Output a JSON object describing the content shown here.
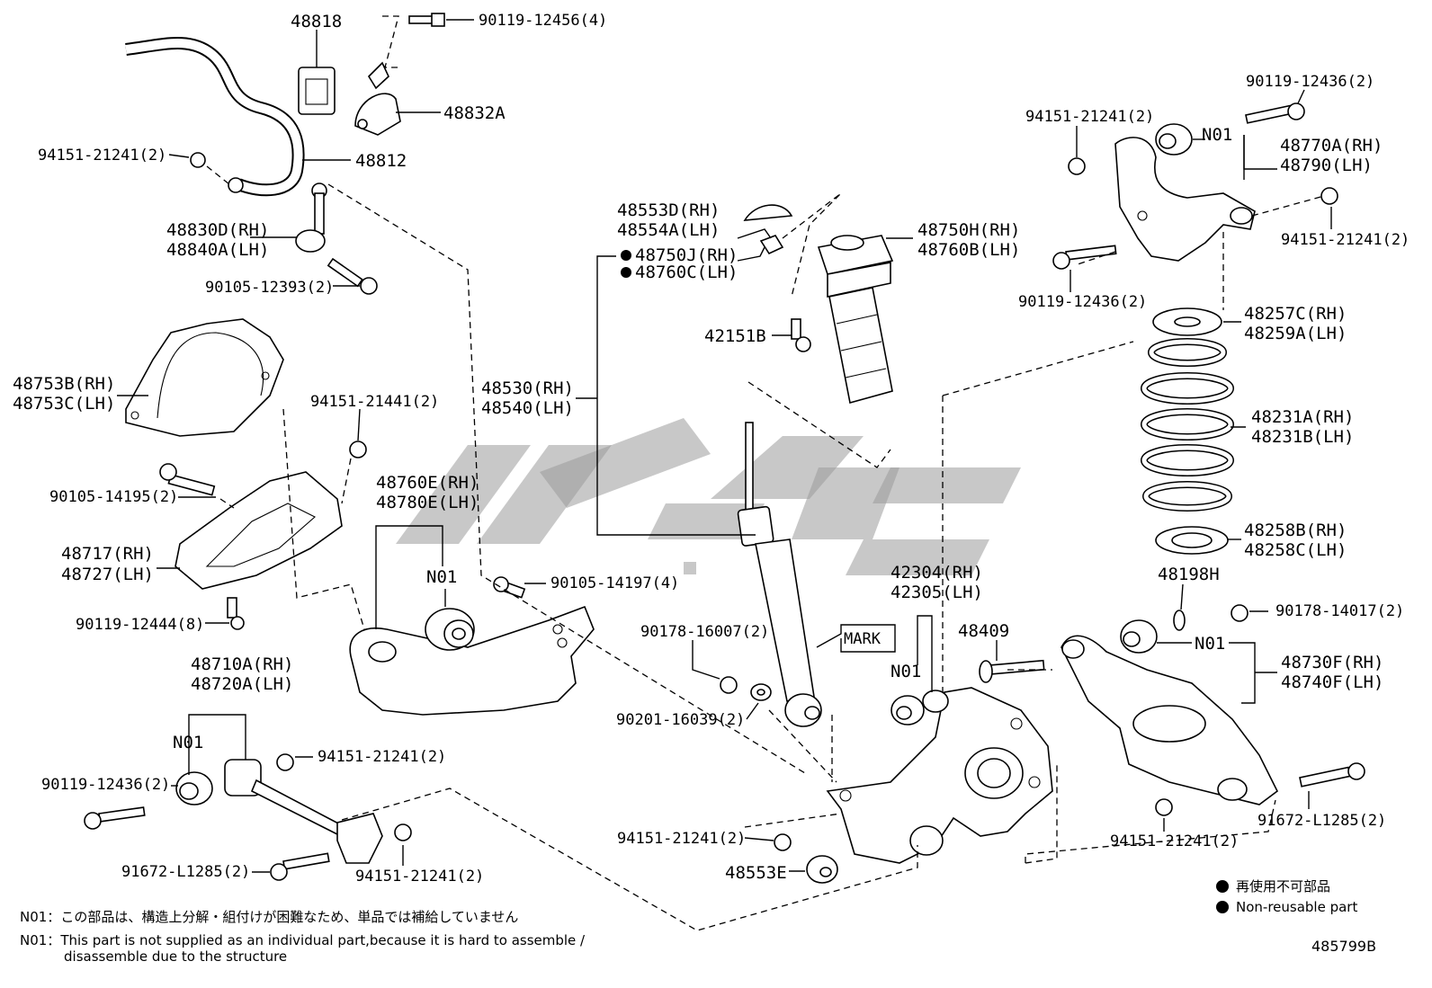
{
  "labels": {
    "p48818": "48818",
    "p90119_12456": "90119-12456(4)",
    "p48832A": "48832A",
    "p94151_21241_a": "94151-21241(2)",
    "p48812": "48812",
    "p48830D": "48830D(RH)",
    "p48840A": "48840A(LH)",
    "p90105_12393": "90105-12393(2)",
    "p48753B": "48753B(RH)",
    "p48753C": "48753C(LH)",
    "p94151_21441": "94151-21441(2)",
    "p90105_14195": "90105-14195(2)",
    "p48717": "48717(RH)",
    "p48727": "48727(LH)",
    "p90119_12444": "90119-12444(8)",
    "p48710A": "48710A(RH)",
    "p48720A": "48720A(LH)",
    "n01_a": "N01",
    "p90119_12436_a": "90119-12436(2)",
    "p94151_21241_b": "94151-21241(2)",
    "p91672_L1285_a": "91672-L1285(2)",
    "p94151_21241_c": "94151-21241(2)",
    "p48760E": "48760E(RH)",
    "p48780E": "48780E(LH)",
    "n01_b": "N01",
    "p90105_14197": "90105-14197(4)",
    "p48553D": "48553D(RH)",
    "p48554A": "48554A(LH)",
    "p48750J": "48750J(RH)",
    "p48760C": "48760C(LH)",
    "p48530": "48530(RH)",
    "p48540": "48540(LH)",
    "p90178_16007": "90178-16007(2)",
    "p90201_16039": "90201-16039(2)",
    "mark": "MARK",
    "p48750H": "48750H(RH)",
    "p48760B": "48760B(LH)",
    "p42151B": "42151B",
    "p42304": "42304(RH)",
    "p42305": "42305(LH)",
    "n01_c": "N01",
    "p48409": "48409",
    "p94151_21241_d": "94151-21241(2)",
    "p48553E": "48553E",
    "p94151_21241_e": "94151-21241(2)",
    "p90119_12436_b": "90119-12436(2)",
    "n01_d": "N01",
    "p48770A": "48770A(RH)",
    "p48790": "48790(LH)",
    "p94151_21241_f": "94151-21241(2)",
    "p90119_12436_c": "90119-12436(2)",
    "p48257C": "48257C(RH)",
    "p48259A": "48259A(LH)",
    "p48231A": "48231A(RH)",
    "p48231B": "48231B(LH)",
    "p48258B": "48258B(RH)",
    "p48258C": "48258C(LH)",
    "p48198H": "48198H",
    "p90178_14017": "90178-14017(2)",
    "n01_e": "N01",
    "p48730F": "48730F(RH)",
    "p48740F": "48740F(LH)",
    "p91672_L1285_b": "91672-L1285(2)",
    "p94151_21241_g": "94151-21241(2)"
  },
  "notes": {
    "jp_prefix": "N01：",
    "jp_text": "この部品は、構造上分解・組付けが困難なため、単品では補給していません",
    "en_prefix": "N01：",
    "en_line1": "This part is not supplied as an individual part,because it is hard to assemble /",
    "en_line2": "disassemble due to the structure"
  },
  "legend": {
    "jp": "再使用不可部品",
    "en": "Non-reusable part"
  },
  "diagram_id": "485799B"
}
